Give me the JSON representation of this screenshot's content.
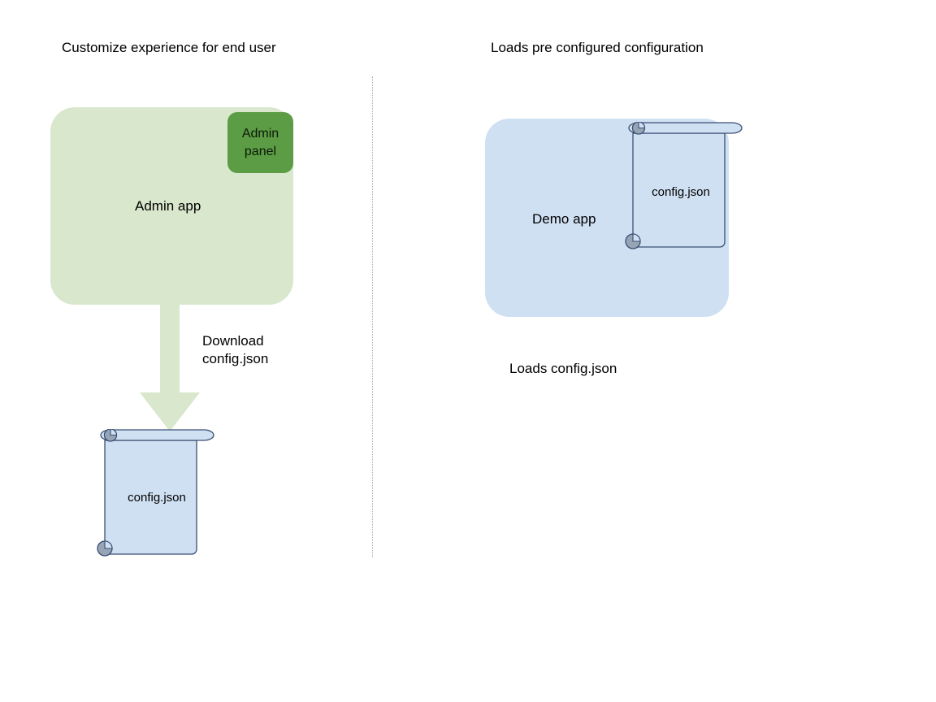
{
  "diagram": {
    "left_column": {
      "title": "Customize experience for end user",
      "app": {
        "label": "Admin app",
        "color": "#d9e8cd"
      },
      "panel": {
        "line1": "Admin",
        "line2": "panel",
        "color": "#5b9c45"
      },
      "arrow": {
        "label_line1": "Download",
        "label_line2": "config.json",
        "color": "#d9e8cd",
        "direction": "down"
      },
      "document": {
        "label": "config.json",
        "fill": "#cfe0f3",
        "stroke": "#3b4f73",
        "curl": "#96a4b5"
      }
    },
    "right_column": {
      "title": "Loads pre configured configuration",
      "app": {
        "label": "Demo app",
        "color": "#cfe0f3"
      },
      "document": {
        "label": "config.json",
        "fill": "#cfe0f3",
        "stroke": "#3b4f73",
        "curl": "#96a4b5"
      },
      "caption": "Loads config.json"
    },
    "divider": {
      "style": "dotted",
      "color": "#a8a8a8"
    }
  }
}
